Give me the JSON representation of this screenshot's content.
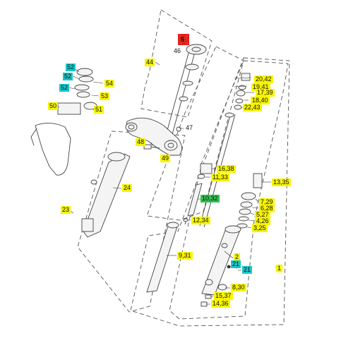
{
  "diagram": {
    "title": "",
    "labels": [
      {
        "id": "5",
        "text": "5",
        "highlight": "red-marker"
      },
      {
        "id": "46",
        "text": "46",
        "highlight": "none"
      },
      {
        "id": "44",
        "text": "44",
        "highlight": "yellow"
      },
      {
        "id": "52a",
        "text": "52",
        "highlight": "cyan"
      },
      {
        "id": "52b",
        "text": "52",
        "highlight": "cyan"
      },
      {
        "id": "54",
        "text": "54",
        "highlight": "yellow"
      },
      {
        "id": "52c",
        "text": "52",
        "highlight": "cyan"
      },
      {
        "id": "53",
        "text": "53",
        "highlight": "yellow"
      },
      {
        "id": "50",
        "text": "50",
        "highlight": "yellow"
      },
      {
        "id": "51",
        "text": "51",
        "highlight": "yellow"
      },
      {
        "id": "20_42",
        "text": "20,42",
        "highlight": "yellow"
      },
      {
        "id": "19_41",
        "text": "19,41",
        "highlight": "yellow"
      },
      {
        "id": "17_39",
        "text": "17,39",
        "highlight": "yellow"
      },
      {
        "id": "18_40",
        "text": "18,40",
        "highlight": "yellow"
      },
      {
        "id": "22_43",
        "text": "22,43",
        "highlight": "yellow"
      },
      {
        "id": "47",
        "text": "47",
        "highlight": "none"
      },
      {
        "id": "48",
        "text": "48",
        "highlight": "yellow"
      },
      {
        "id": "49",
        "text": "49",
        "highlight": "yellow"
      },
      {
        "id": "16_38",
        "text": "16,38",
        "highlight": "yellow"
      },
      {
        "id": "11_33",
        "text": "11,33",
        "highlight": "yellow"
      },
      {
        "id": "13_35",
        "text": "13,35",
        "highlight": "yellow"
      },
      {
        "id": "24",
        "text": "24",
        "highlight": "yellow"
      },
      {
        "id": "10_32",
        "text": "10,32",
        "highlight": "green"
      },
      {
        "id": "7_29",
        "text": "7,29",
        "highlight": "yellow"
      },
      {
        "id": "6_28",
        "text": "6,28",
        "highlight": "yellow"
      },
      {
        "id": "5_27",
        "text": "5,27",
        "highlight": "yellow"
      },
      {
        "id": "23",
        "text": "23",
        "highlight": "yellow"
      },
      {
        "id": "4_26",
        "text": "4,26",
        "highlight": "yellow"
      },
      {
        "id": "12_34",
        "text": "12,34",
        "highlight": "yellow"
      },
      {
        "id": "3_25",
        "text": "3,25",
        "highlight": "yellow"
      },
      {
        "id": "2",
        "text": "2",
        "highlight": "yellow"
      },
      {
        "id": "9_31",
        "text": "9,31",
        "highlight": "yellow"
      },
      {
        "id": "21a",
        "text": "21",
        "highlight": "cyan"
      },
      {
        "id": "21b",
        "text": "21",
        "highlight": "cyan"
      },
      {
        "id": "1",
        "text": "1",
        "highlight": "yellow"
      },
      {
        "id": "8_30",
        "text": "8,30",
        "highlight": "yellow"
      },
      {
        "id": "15_37",
        "text": "15,37",
        "highlight": "yellow"
      },
      {
        "id": "14_36",
        "text": "14,36",
        "highlight": "yellow"
      }
    ],
    "colors": {
      "yellow": "#f7f400",
      "cyan": "#19c6c9",
      "green": "#2fc24f",
      "red_marker": "#e5211c",
      "line": "#444444",
      "background": "#ffffff"
    }
  }
}
